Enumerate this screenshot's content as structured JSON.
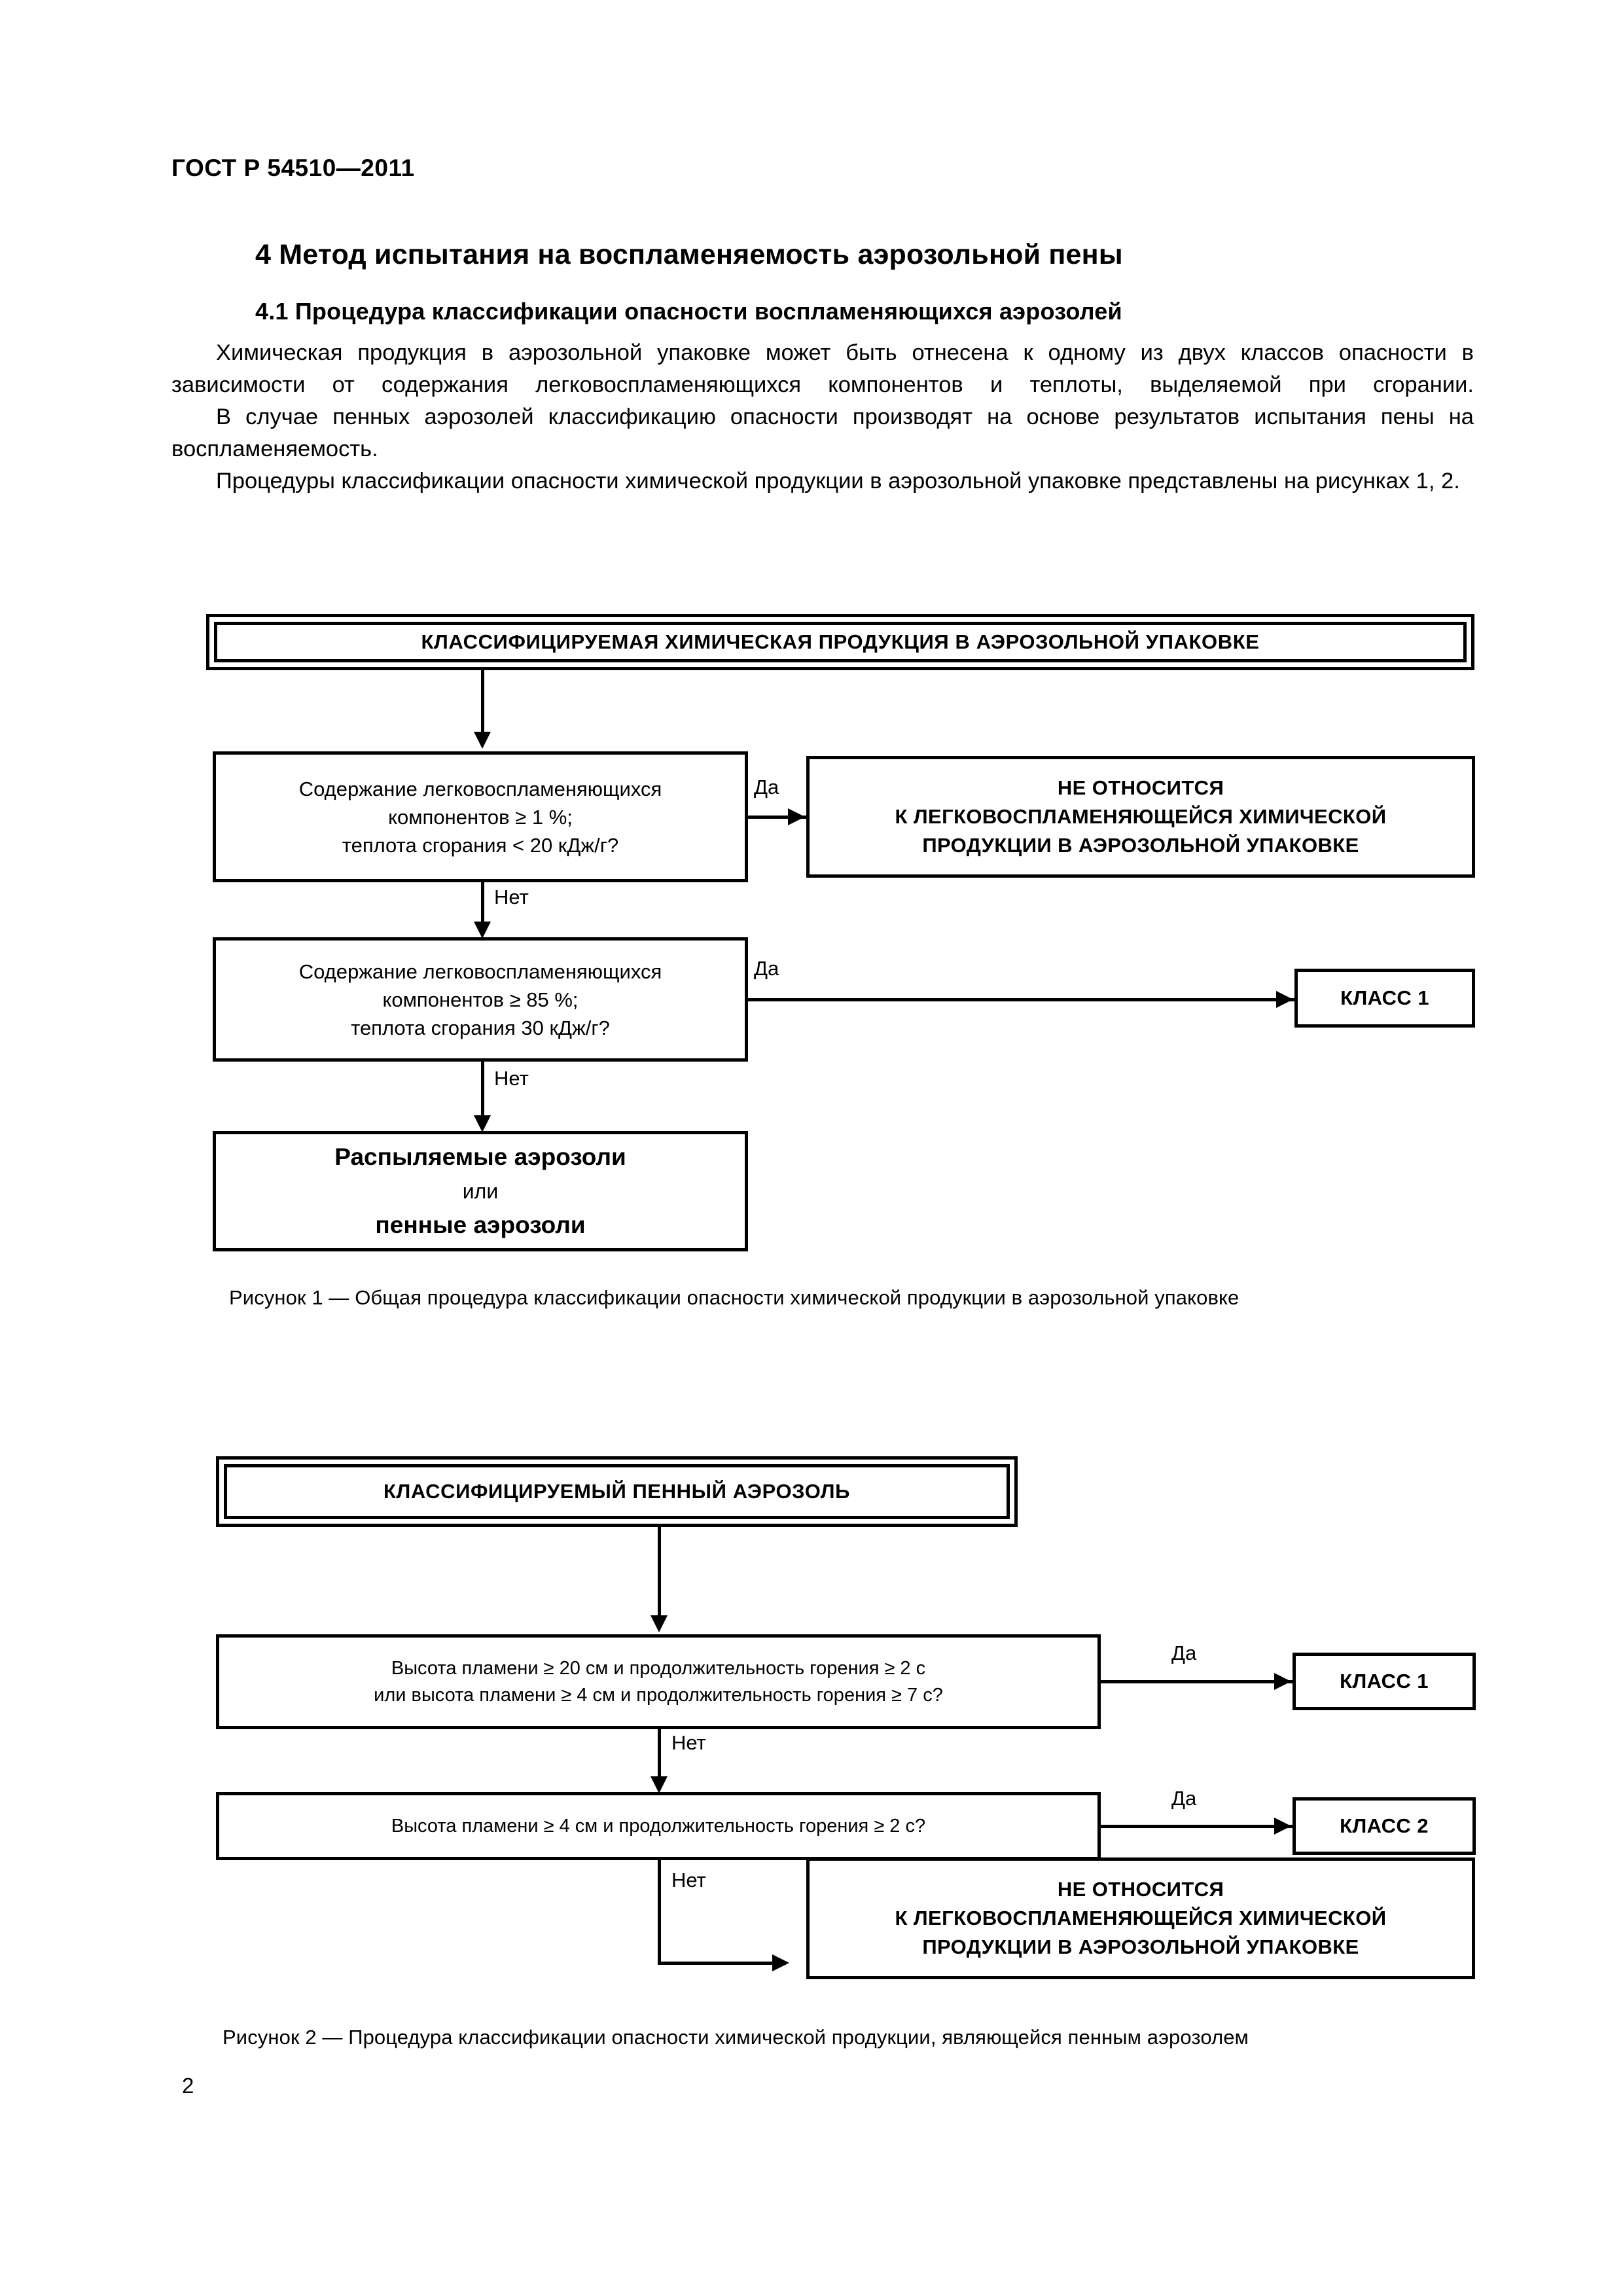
{
  "header": {
    "standard": "ГОСТ Р 54510—2011"
  },
  "page_number": "2",
  "headings": {
    "section_4": "4  Метод испытания на воспламеняемость аэрозольной пены",
    "section_4_1": "4.1  Процедура классификации опасности воспламеняющихся аэрозолей"
  },
  "paragraphs": {
    "p1": "Химическая продукция в аэрозольной упаковке может быть отнесена к одному из двух классов опасности в зависимости от содержания легковоспламеняющихся компонентов и теплоты, выделяемой при сгорании.",
    "p2": "В случае пенных аэрозолей классификацию опасности производят на основе результатов испытания пены на воспламеняемость.",
    "p3": "Процедуры классификации опасности химической продукции в аэрозольной упаковке представлены на рисунках 1, 2."
  },
  "figure1": {
    "caption": "Рисунок 1 — Общая процедура классификации опасности химической продукции в аэрозольной упаковке",
    "nodes": {
      "start": "КЛАССИФИЦИРУЕМАЯ ХИМИЧЕСКАЯ ПРОДУКЦИЯ В АЭРОЗОЛЬНОЙ УПАКОВКЕ",
      "decision1_line1": "Содержание легковоспламеняющихся",
      "decision1_line2": "компонентов ≥ 1 %;",
      "decision1_line3": "теплота сгорания < 20 кДж/г?",
      "not_flammable_line1": "НЕ ОТНОСИТСЯ",
      "not_flammable_line2": "К ЛЕГКОВОСПЛАМЕНЯЮЩЕЙСЯ ХИМИЧЕСКОЙ",
      "not_flammable_line3": "ПРОДУКЦИИ В АЭРОЗОЛЬНОЙ УПАКОВКЕ",
      "decision2_line1": "Содержание легковоспламеняющихся",
      "decision2_line2": "компонентов ≥ 85 %;",
      "decision2_line3": "теплота сгорания 30 кДж/г?",
      "class1": "КЛАСС 1",
      "result_line1": "Распыляемые аэрозоли",
      "result_line2": "или",
      "result_line3": "пенные аэрозоли"
    },
    "edges": {
      "yes1": "Да",
      "no1": "Нет",
      "yes2": "Да",
      "no2": "Нет"
    }
  },
  "figure2": {
    "caption": "Рисунок  2 — Процедура классификации опасности химической продукции, являющейся пенным аэрозолем",
    "nodes": {
      "start": "КЛАССИФИЦИРУЕМЫЙ ПЕННЫЙ АЭРОЗОЛЬ",
      "decision1_line1": "Высота пламени ≥ 20 см и продолжительность горения ≥ 2 с",
      "decision1_line2": "или высота пламени ≥ 4 см и продолжительность горения ≥ 7 с?",
      "class1": "КЛАСС 1",
      "decision2_line1": "Высота пламени ≥ 4 см и продолжительность горения ≥ 2 с?",
      "class2": "КЛАСС 2",
      "not_flammable_line1": "НЕ ОТНОСИТСЯ",
      "not_flammable_line2": "К ЛЕГКОВОСПЛАМЕНЯЮЩЕЙСЯ ХИМИЧЕСКОЙ",
      "not_flammable_line3": "ПРОДУКЦИИ В АЭРОЗОЛЬНОЙ УПАКОВКЕ"
    },
    "edges": {
      "yes1": "Да",
      "no1": "Нет",
      "yes2": "Да",
      "no2": "Нет"
    }
  }
}
